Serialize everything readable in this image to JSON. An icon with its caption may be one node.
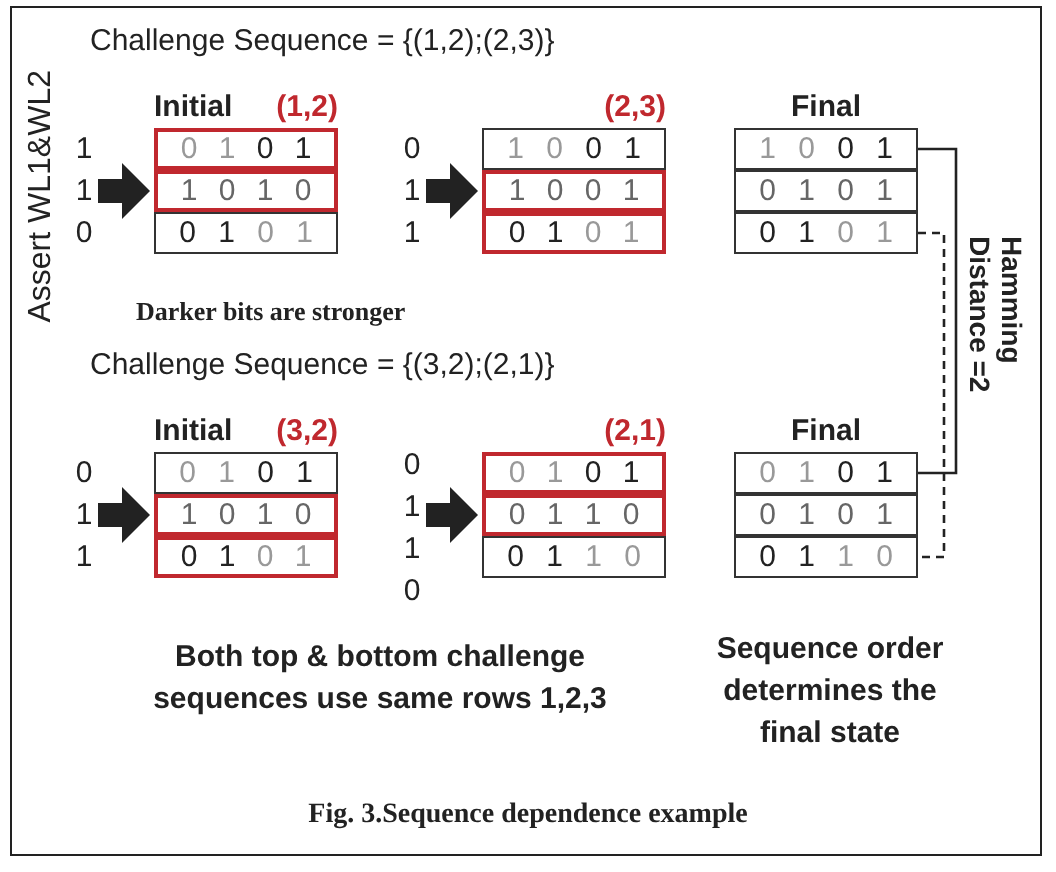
{
  "diagram": {
    "caption": "Fig. 3.Sequence dependence example",
    "nodes": [
      {
        "text": [
          "1 1 0"
        ]
      },
      {
        "text": [
          "Initial",
          "(1,2)"
        ]
      },
      {
        "text": [
          "0 1 0 1"
        ],
        "in": 1
      },
      {
        "text": [
          "1 0 1 0"
        ],
        "in": 1
      },
      {
        "text": [
          "0 1 0 1"
        ],
        "in": 1
      },
      {
        "text": [
          "0 1 1"
        ]
      },
      {
        "text": [
          "(2,3)"
        ]
      },
      {
        "text": [
          "1 0 0 1"
        ],
        "in": 6
      },
      {
        "text": [
          "1 0 0 1"
        ],
        "in": 6
      },
      {
        "text": [
          "0 1 0 1"
        ],
        "in": 6
      },
      {
        "text": [
          "Final"
        ]
      },
      {
        "text": [
          "1 0 0 1"
        ],
        "in": 10
      },
      {
        "text": [
          "0 1 0 1"
        ],
        "in": 10
      },
      {
        "text": [
          "0 1 0 1"
        ],
        "in": 10
      },
      {
        "text": [
          "0 1 1"
        ]
      },
      {
        "text": [
          "Initial",
          "(3,2)"
        ]
      },
      {
        "text": [
          "0 1 0 1"
        ],
        "in": 15
      },
      {
        "text": [
          "1 0 1 0"
        ],
        "in": 15
      },
      {
        "text": [
          "0 1 0 1"
        ],
        "in": 15
      },
      {
        "text": [
          "0 1 1 0"
        ]
      },
      {
        "text": [
          "(2,1)"
        ]
      },
      {
        "text": [
          "0 1 0 1"
        ],
        "in": 20
      },
      {
        "text": [
          "0 1 1 0"
        ],
        "in": 20
      },
      {
        "text": [
          "0 1 1 0"
        ],
        "in": 20
      },
      {
        "text": [
          "Final"
        ]
      },
      {
        "text": [
          "0 1 0 1"
        ],
        "in": 24
      },
      {
        "text": [
          "0 1 0 1"
        ],
        "in": 24
      },
      {
        "text": [
          "0 1 1 0"
        ],
        "in": 24
      }
    ],
    "edges": [
      {
        "from": 0,
        "to": 1,
        "arrow": "to"
      },
      {
        "from": 5,
        "to": 6,
        "arrow": "to"
      },
      {
        "from": 14,
        "to": 15,
        "arrow": "to"
      },
      {
        "from": 19,
        "to": 20,
        "arrow": "to"
      },
      {
        "from": 11,
        "to": 25,
        "arrow": "none"
      },
      {
        "from": 13,
        "to": 27,
        "arrow": "none",
        "style": "dashed"
      }
    ],
    "labels": [
      "Challenge Sequence = {(1,2);(2,3)}",
      "Assert WL1&WL2",
      "Hamming Distance =2",
      "Darker bits are stronger",
      "Challenge Sequence = {(3,2);(2,1)}",
      "Both top & bottom challenge sequences use same rows 1,2,3",
      "Sequence order determines the final state"
    ]
  }
}
